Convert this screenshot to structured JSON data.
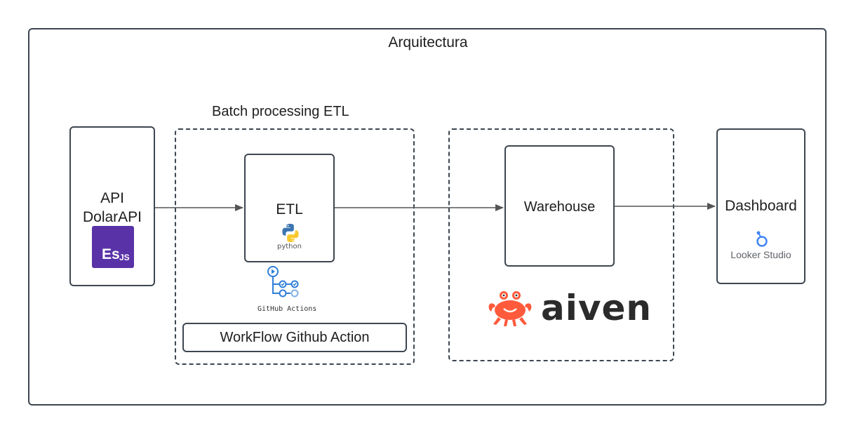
{
  "diagram": {
    "title": "Arquitectura",
    "batch_group_label": "Batch processing ETL",
    "api_box": {
      "line1": "API",
      "line2": "DolarAPI",
      "logo_main": "Es",
      "logo_sub": "JS",
      "logo_color": "#5a32a8"
    },
    "etl_box": {
      "label": "ETL",
      "logo_caption": "python",
      "logo_icon": "python-logo-icon"
    },
    "github_actions": {
      "caption": "GitHub Actions",
      "icon": "github-actions-icon",
      "color": "#2f7fd8"
    },
    "workflow_box": {
      "label": "WorkFlow Github Action"
    },
    "warehouse_box": {
      "label": "Warehouse"
    },
    "aiven": {
      "wordmark": "aiven",
      "icon": "aiven-crab-icon",
      "color": "#ff5a3c"
    },
    "dashboard_box": {
      "label": "Dashboard",
      "logo_caption": "Looker Studio",
      "logo_icon": "looker-studio-icon",
      "logo_color": "#4285f4"
    }
  }
}
